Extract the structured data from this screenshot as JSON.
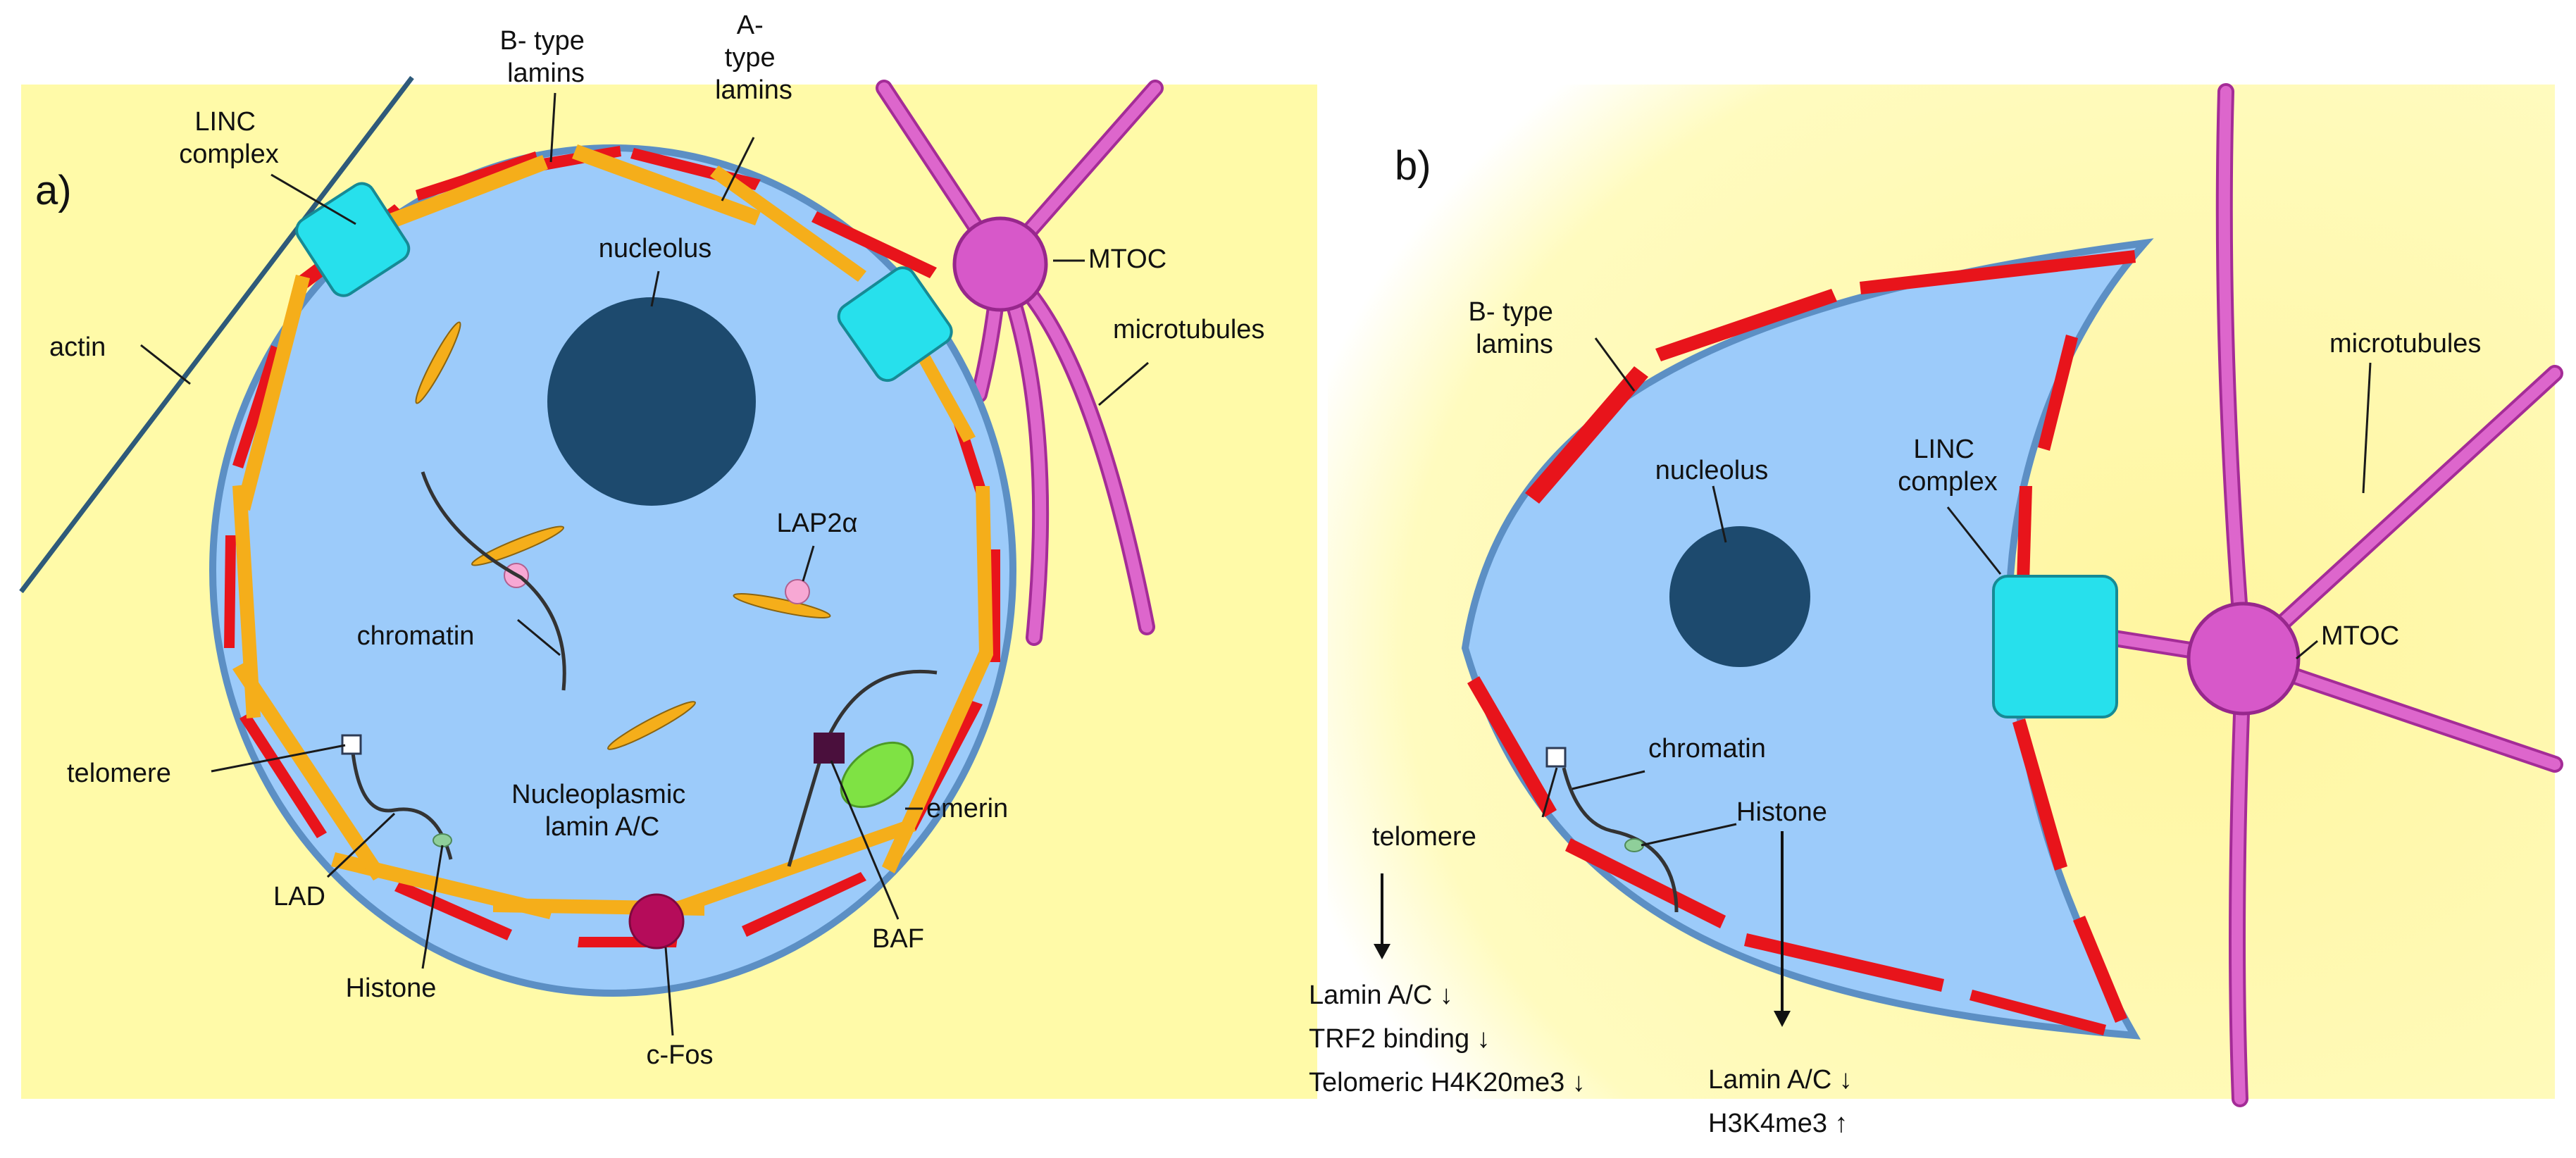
{
  "colors": {
    "cytoplasm": "#fffaa8",
    "nucleoplasm": "#9ccbfa",
    "nuclear_envelope": "#5c8fc4",
    "nucleolus": "#1d4a6e",
    "b_type_lamins": "#e8141b",
    "a_type_lamins": "#f5ae1a",
    "linc_complex": "#27e0ec",
    "mtoc": "#d758c9",
    "microtubules": "#c74bbd",
    "actin": "#2e5a7a",
    "lap2a": "#f7a8d4",
    "emerin": "#7fe244",
    "baf": "#4a0f3c",
    "cfos": "#b50c5a",
    "histone": "#8fcf9a"
  },
  "panel_a": {
    "panel_label": "a)",
    "labels": {
      "b_type_lamins": [
        "B- type",
        "lamins"
      ],
      "a_type_lamins": [
        "A-",
        "type",
        "lamins"
      ],
      "linc_complex": [
        "LINC",
        "complex"
      ],
      "nucleolus": "nucleolus",
      "mtoc": "MTOC",
      "microtubules": "microtubules",
      "actin": "actin",
      "lap2a": "LAP2α",
      "chromatin": "chromatin",
      "telomere": "telomere",
      "nucleoplasmic_lamin": [
        "Nucleoplasmic",
        "lamin A/C"
      ],
      "emerin": "emerin",
      "lad": "LAD",
      "histone": "Histone",
      "baf": "BAF",
      "cfos": "c-Fos"
    }
  },
  "panel_b": {
    "panel_label": "b)",
    "labels": {
      "b_type_lamins": [
        "B- type",
        "lamins"
      ],
      "nucleolus": "nucleolus",
      "linc_complex": [
        "LINC",
        "complex"
      ],
      "microtubules": "microtubules",
      "mtoc": "MTOC",
      "chromatin": "chromatin",
      "telomere": "telomere",
      "histone": "Histone"
    },
    "telomere_effects": [
      "Lamin A/C ↓",
      "TRF2 binding ↓",
      "Telomeric H4K20me3 ↓"
    ],
    "histone_effects": [
      "Lamin A/C ↓",
      "H3K4me3 ↑"
    ]
  }
}
